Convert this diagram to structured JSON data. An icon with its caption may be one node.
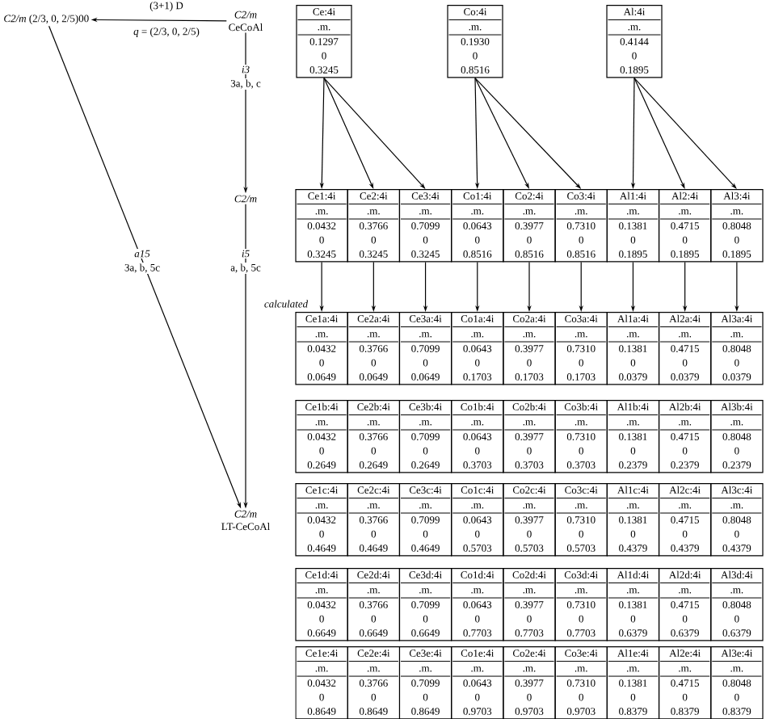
{
  "diagram": {
    "nodes": [
      {
        "text": [
          "*C2/m* (2/3, 0, 2/5)00"
        ]
      },
      {
        "text": [
          "C2/m",
          "CeCoAl"
        ]
      },
      {
        "text": [
          "C2/m"
        ]
      },
      {
        "text": [
          "C2/m",
          "LT-CeCoAl"
        ]
      },
      {
        "text": [
          "Ce:4i",
          ".m.",
          "0.1297",
          "0",
          "0.3245"
        ]
      },
      {
        "text": [
          "Co:4i",
          ".m.",
          "0.1930",
          "0",
          "0.8516"
        ]
      },
      {
        "text": [
          "Al:4i",
          ".m.",
          "0.4144",
          "0",
          "0.1895"
        ]
      },
      {
        "text": [
          "Ce1:4i",
          ".m.",
          "0.0432",
          "0",
          "0.3245"
        ]
      },
      {
        "text": [
          "Ce2:4i",
          ".m.",
          "0.3766",
          "0",
          "0.3245"
        ]
      },
      {
        "text": [
          "Ce3:4i",
          ".m.",
          "0.7099",
          "0",
          "0.3245"
        ]
      },
      {
        "text": [
          "Co1:4i",
          ".m.",
          "0.0643",
          "0",
          "0.8516"
        ]
      },
      {
        "text": [
          "Co2:4i",
          ".m.",
          "0.3977",
          "0",
          "0.8516"
        ]
      },
      {
        "text": [
          "Co3:4i",
          ".m.",
          "0.7310",
          "0",
          "0.8516"
        ]
      },
      {
        "text": [
          "Al1:4i",
          ".m.",
          "0.1381",
          "0",
          "0.1895"
        ]
      },
      {
        "text": [
          "Al2:4i",
          ".m.",
          "0.4715",
          "0",
          "0.1895"
        ]
      },
      {
        "text": [
          "Al3:4i",
          ".m.",
          "0.8048",
          "0",
          "0.1895"
        ]
      },
      {
        "text": [
          "Ce1a:4i",
          ".m.",
          "0.0432",
          "0",
          "0.0649"
        ]
      },
      {
        "text": [
          "Ce2a:4i",
          ".m.",
          "0.3766",
          "0",
          "0.0649"
        ]
      },
      {
        "text": [
          "Ce3a:4i",
          ".m.",
          "0.7099",
          "0",
          "0.0649"
        ]
      },
      {
        "text": [
          "Co1a:4i",
          ".m.",
          "0.0643",
          "0",
          "0.1703"
        ]
      },
      {
        "text": [
          "Co2a:4i",
          ".m.",
          "0.3977",
          "0",
          "0.1703"
        ]
      },
      {
        "text": [
          "Co3a:4i",
          ".m.",
          "0.7310",
          "0",
          "0.1703"
        ]
      },
      {
        "text": [
          "Al1a:4i",
          ".m.",
          "0.1381",
          "0",
          "0.0379"
        ]
      },
      {
        "text": [
          "Al2a:4i",
          ".m.",
          "0.4715",
          "0",
          "0.0379"
        ]
      },
      {
        "text": [
          "Al3a:4i",
          ".m.",
          "0.8048",
          "0",
          "0.0379"
        ]
      },
      {
        "text": [
          "Ce1b:4i",
          ".m.",
          "0.0432",
          "0",
          "0.2649"
        ]
      },
      {
        "text": [
          "Ce2b:4i",
          ".m.",
          "0.3766",
          "0",
          "0.2649"
        ]
      },
      {
        "text": [
          "Ce3b:4i",
          ".m.",
          "0.7099",
          "0",
          "0.2649"
        ]
      },
      {
        "text": [
          "Co1b:4i",
          ".m.",
          "0.0643",
          "0",
          "0.3703"
        ]
      },
      {
        "text": [
          "Co2b:4i",
          ".m.",
          "0.3977",
          "0",
          "0.3703"
        ]
      },
      {
        "text": [
          "Co3b:4i",
          ".m.",
          "0.7310",
          "0",
          "0.3703"
        ]
      },
      {
        "text": [
          "Al1b:4i",
          ".m.",
          "0.1381",
          "0",
          "0.2379"
        ]
      },
      {
        "text": [
          "Al2b:4i",
          ".m.",
          "0.4715",
          "0",
          "0.2379"
        ]
      },
      {
        "text": [
          "Al3b:4i",
          ".m.",
          "0.8048",
          "0",
          "0.2379"
        ]
      },
      {
        "text": [
          "Ce1c:4i",
          ".m.",
          "0.0432",
          "0",
          "0.4649"
        ]
      },
      {
        "text": [
          "Ce2c:4i",
          ".m.",
          "0.3766",
          "0",
          "0.4649"
        ]
      },
      {
        "text": [
          "Ce3c:4i",
          ".m.",
          "0.7099",
          "0",
          "0.4649"
        ]
      },
      {
        "text": [
          "Co1c:4i",
          ".m.",
          "0.0643",
          "0",
          "0.5703"
        ]
      },
      {
        "text": [
          "Co2c:4i",
          ".m.",
          "0.3977",
          "0",
          "0.5703"
        ]
      },
      {
        "text": [
          "Co3c:4i",
          ".m.",
          "0.7310",
          "0",
          "0.5703"
        ]
      },
      {
        "text": [
          "Al1c:4i",
          ".m.",
          "0.1381",
          "0",
          "0.4379"
        ]
      },
      {
        "text": [
          "Al2c:4i",
          ".m.",
          "0.4715",
          "0",
          "0.4379"
        ]
      },
      {
        "text": [
          "Al3c:4i",
          ".m.",
          "0.8048",
          "0",
          "0.4379"
        ]
      },
      {
        "text": [
          "Ce1d:4i",
          ".m.",
          "0.0432",
          "0",
          "0.6649"
        ]
      },
      {
        "text": [
          "Ce2d:4i",
          ".m.",
          "0.3766",
          "0",
          "0.6649"
        ]
      },
      {
        "text": [
          "Ce3d:4i",
          ".m.",
          "0.7099",
          "0",
          "0.6649"
        ]
      },
      {
        "text": [
          "Co1d:4i",
          ".m.",
          "0.0643",
          "0",
          "0.7703"
        ]
      },
      {
        "text": [
          "Co2d:4i",
          ".m.",
          "0.3977",
          "0",
          "0.7703"
        ]
      },
      {
        "text": [
          "Co3d:4i",
          ".m.",
          "0.7310",
          "0",
          "0.7703"
        ]
      },
      {
        "text": [
          "Al1d:4i",
          ".m.",
          "0.1381",
          "0",
          "0.6379"
        ]
      },
      {
        "text": [
          "Al2d:4i",
          ".m.",
          "0.4715",
          "0",
          "0.6379"
        ]
      },
      {
        "text": [
          "Al3d:4i",
          ".m.",
          "0.8048",
          "0",
          "0.6379"
        ]
      },
      {
        "text": [
          "Ce1e:4i",
          ".m.",
          "0.0432",
          "0",
          "0.8649"
        ]
      },
      {
        "text": [
          "Ce2e:4i",
          ".m.",
          "0.3766",
          "0",
          "0.8649"
        ]
      },
      {
        "text": [
          "Ce3e:4i",
          ".m.",
          "0.7099",
          "0",
          "0.8649"
        ]
      },
      {
        "text": [
          "Co1e:4i",
          ".m.",
          "0.0643",
          "0",
          "0.9703"
        ]
      },
      {
        "text": [
          "Co2e:4i",
          ".m.",
          "0.3977",
          "0",
          "0.9703"
        ]
      },
      {
        "text": [
          "Co3e:4i",
          ".m.",
          "0.7310",
          "0",
          "0.9703"
        ]
      },
      {
        "text": [
          "Al1e:4i",
          ".m.",
          "0.1381",
          "0",
          "0.8379"
        ]
      },
      {
        "text": [
          "Al2e:4i",
          ".m.",
          "0.4715",
          "0",
          "0.8379"
        ]
      },
      {
        "text": [
          "Al3e:4i",
          ".m.",
          "0.8048",
          "0",
          "0.8379"
        ]
      }
    ],
    "edges": [
      {
        "from": 1,
        "to": 0,
        "arrow": "to",
        "label": "(3+1) D"
      },
      {
        "from": 1,
        "to": 2,
        "arrow": "to",
        "label": "i3"
      },
      {
        "from": 2,
        "to": 3,
        "arrow": "to",
        "label": "i5"
      },
      {
        "from": 0,
        "to": 3,
        "arrow": "to",
        "label": "a15"
      },
      {
        "from": 4,
        "to": 7,
        "arrow": "to"
      },
      {
        "from": 4,
        "to": 8,
        "arrow": "to"
      },
      {
        "from": 4,
        "to": 9,
        "arrow": "to"
      },
      {
        "from": 5,
        "to": 10,
        "arrow": "to"
      },
      {
        "from": 5,
        "to": 11,
        "arrow": "to"
      },
      {
        "from": 5,
        "to": 12,
        "arrow": "to"
      },
      {
        "from": 6,
        "to": 13,
        "arrow": "to"
      },
      {
        "from": 6,
        "to": 14,
        "arrow": "to"
      },
      {
        "from": 6,
        "to": 15,
        "arrow": "to"
      },
      {
        "from": 7,
        "to": 16,
        "arrow": "to"
      },
      {
        "from": 8,
        "to": 17,
        "arrow": "to"
      },
      {
        "from": 9,
        "to": 18,
        "arrow": "to"
      },
      {
        "from": 10,
        "to": 19,
        "arrow": "to"
      },
      {
        "from": 11,
        "to": 20,
        "arrow": "to"
      },
      {
        "from": 12,
        "to": 21,
        "arrow": "to"
      },
      {
        "from": 13,
        "to": 22,
        "arrow": "to"
      },
      {
        "from": 14,
        "to": 23,
        "arrow": "to"
      },
      {
        "from": 15,
        "to": 24,
        "arrow": "to"
      }
    ],
    "labels": [
      "*q* = (2/3, 0, 2/5)",
      "3a, b, c",
      "3a, b, 5c",
      "a, b, 5c",
      "calculated"
    ]
  }
}
